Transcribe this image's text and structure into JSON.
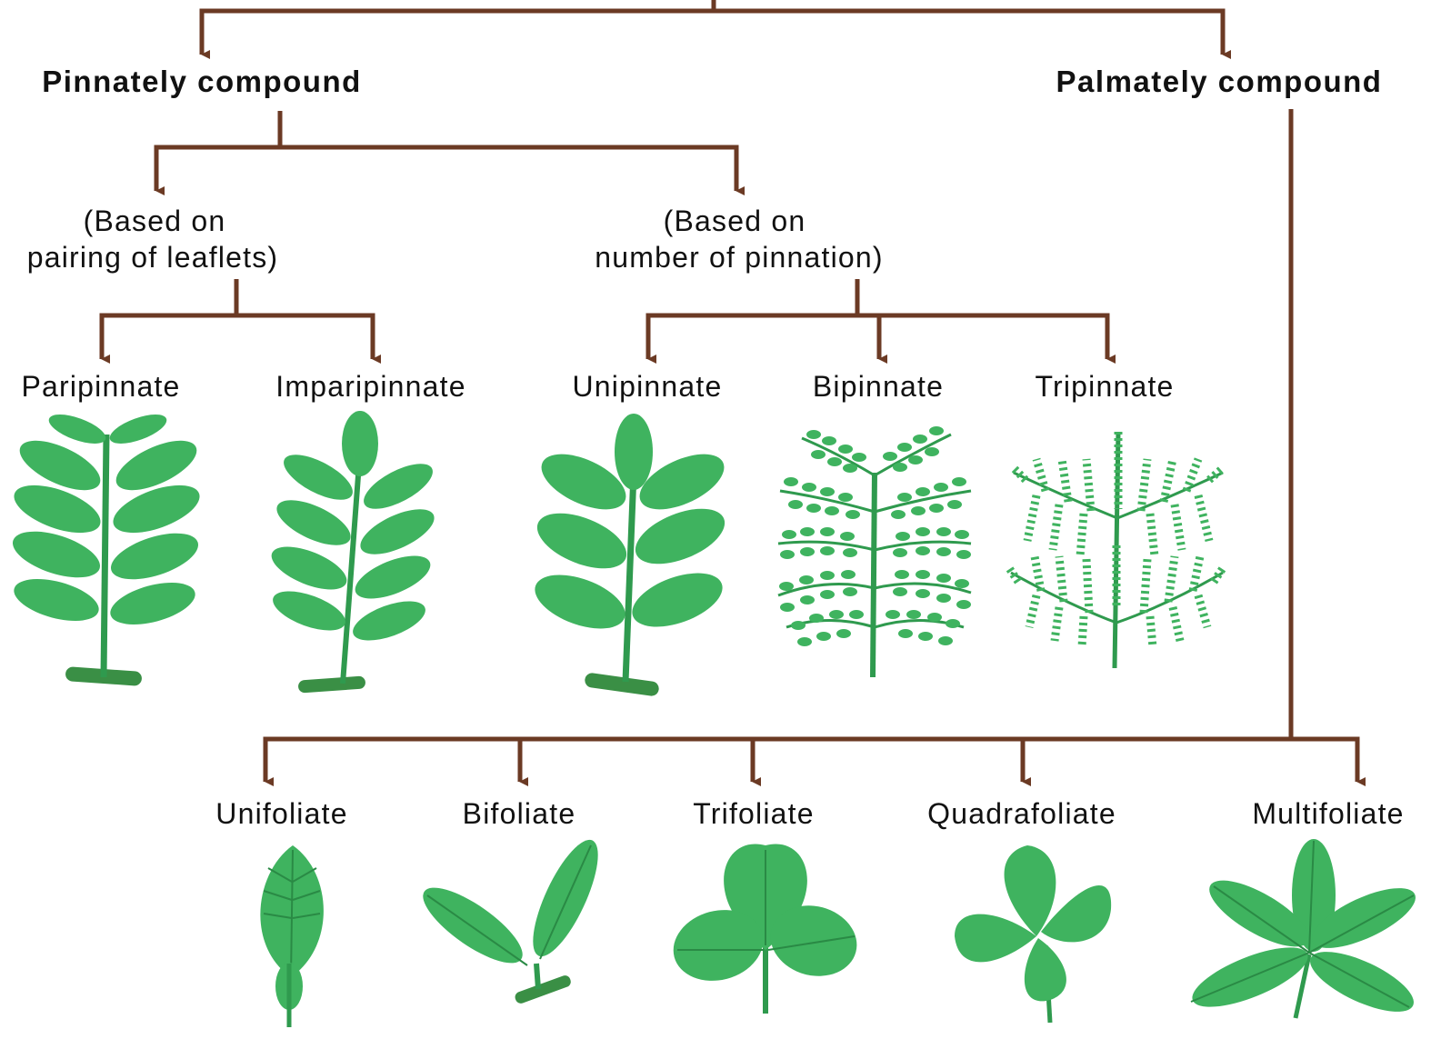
{
  "colors": {
    "connector": "#6b3a24",
    "leaf_fill": "#3fb35f",
    "leaf_vein": "#2a8a45",
    "stem": "#2f9a4e",
    "base": "#3a8f45",
    "text": "#111111"
  },
  "pinnate": {
    "title": "Pinnately compound",
    "by_pairing": {
      "note_line1": "(Based on",
      "note_line2": "pairing of leaflets)",
      "types": [
        "Paripinnate",
        "Imparipinnate"
      ]
    },
    "by_pinnation": {
      "note_line1": "(Based on",
      "note_line2": "number of pinnation)",
      "types": [
        "Unipinnate",
        "Bipinnate",
        "Tripinnate"
      ]
    }
  },
  "palmate": {
    "title": "Palmately compound",
    "types": [
      "Unifoliate",
      "Bifoliate",
      "Trifoliate",
      "Quadrafoliate",
      "Multifoliate"
    ]
  }
}
